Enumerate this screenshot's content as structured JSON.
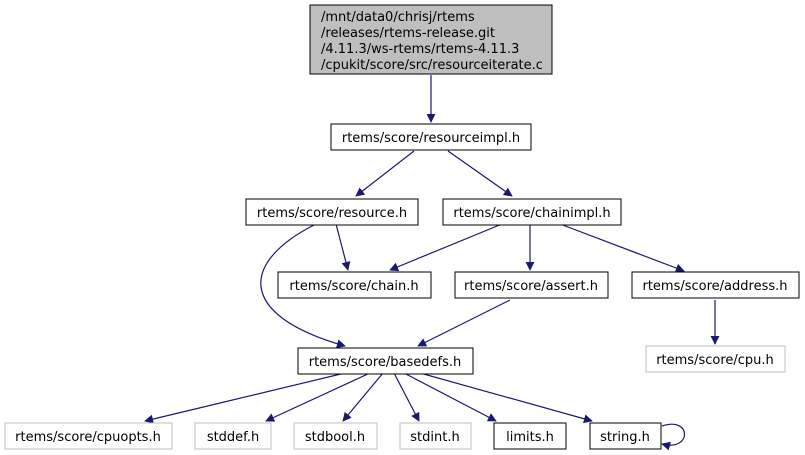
{
  "colors": {
    "edge": "#191970",
    "node_border": "#000000",
    "external_border": "#bfbfbf",
    "root_fill": "#bfbfbf",
    "background": "#ffffff"
  },
  "nodes": {
    "root": {
      "lines": [
        "/mnt/data0/chrisj/rtems",
        "/releases/rtems-release.git",
        "/4.11.3/ws-rtems/rtems-4.11.3",
        "/cpukit/score/src/resourceiterate.c"
      ],
      "external": false
    },
    "resourceimpl": {
      "label": "rtems/score/resourceimpl.h",
      "external": false
    },
    "resource": {
      "label": "rtems/score/resource.h",
      "external": false
    },
    "chainimpl": {
      "label": "rtems/score/chainimpl.h",
      "external": false
    },
    "chain": {
      "label": "rtems/score/chain.h",
      "external": false
    },
    "assert": {
      "label": "rtems/score/assert.h",
      "external": false
    },
    "address": {
      "label": "rtems/score/address.h",
      "external": false
    },
    "basedefs": {
      "label": "rtems/score/basedefs.h",
      "external": false
    },
    "cpu": {
      "label": "rtems/score/cpu.h",
      "external": true
    },
    "cpuopts": {
      "label": "rtems/score/cpuopts.h",
      "external": true
    },
    "stddef": {
      "label": "stddef.h",
      "external": true
    },
    "stdbool": {
      "label": "stdbool.h",
      "external": true
    },
    "stdint": {
      "label": "stdint.h",
      "external": true
    },
    "limits": {
      "label": "limits.h",
      "external": false
    },
    "string": {
      "label": "string.h",
      "external": false
    }
  }
}
